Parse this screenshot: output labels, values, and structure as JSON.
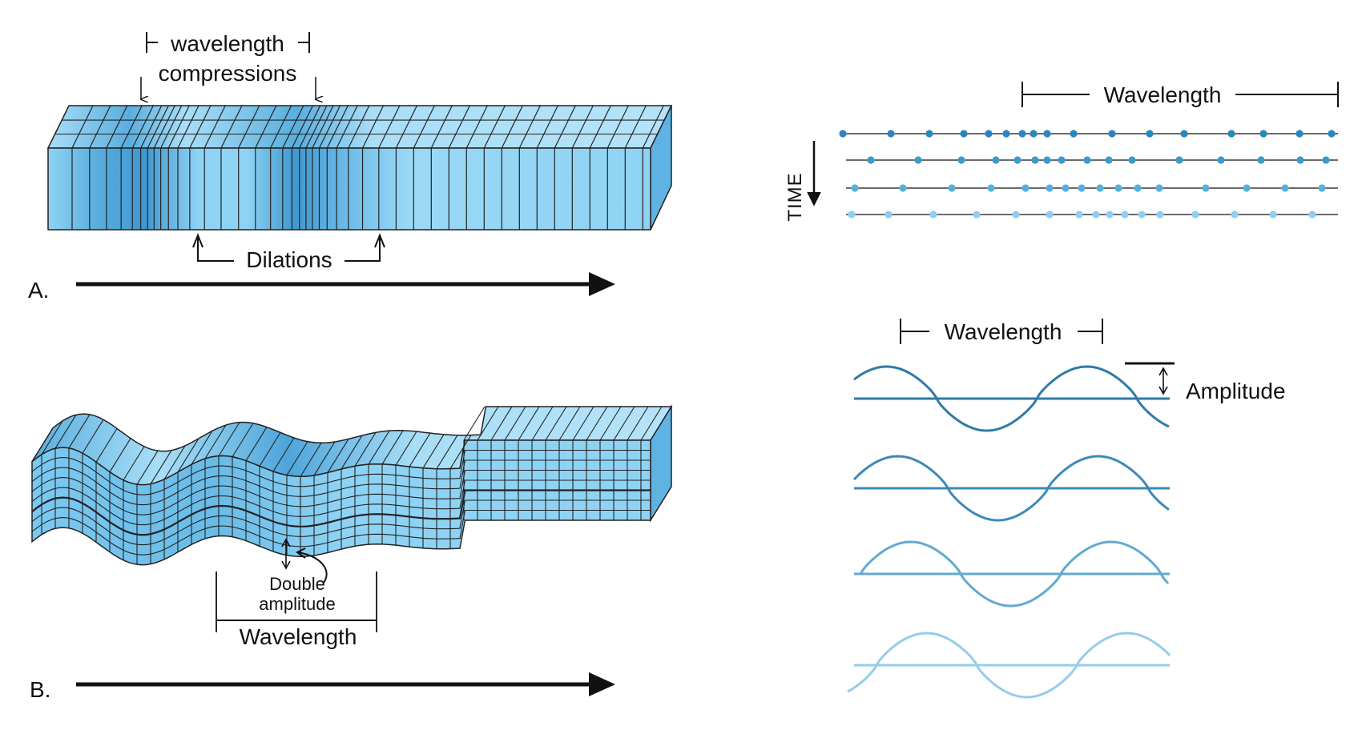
{
  "panel_a": {
    "letter": "A.",
    "top_label_wavelength": "wavelength",
    "top_label_compressions": "compressions",
    "bottom_label": "Dilations"
  },
  "panel_b": {
    "letter": "B.",
    "amplitude_label_line1": "Double",
    "amplitude_label_line2": "amplitude",
    "wavelength_label": "Wavelength"
  },
  "right_top": {
    "wavelength_label": "Wavelength",
    "time_label": "TIME",
    "row_colors": [
      "#2a86bd",
      "#3a99cf",
      "#55b0e0",
      "#8fcef0"
    ]
  },
  "right_bottom": {
    "wavelength_label": "Wavelength",
    "amplitude_label": "Amplitude",
    "wave_colors": [
      "#2f7aa8",
      "#3d8ab8",
      "#63a9d0",
      "#94cde9"
    ]
  },
  "colors": {
    "block_face": "#8fd3f4",
    "block_dark": "#3f98cf",
    "block_top": "#a9def7",
    "block_side": "#5fb3e2"
  }
}
